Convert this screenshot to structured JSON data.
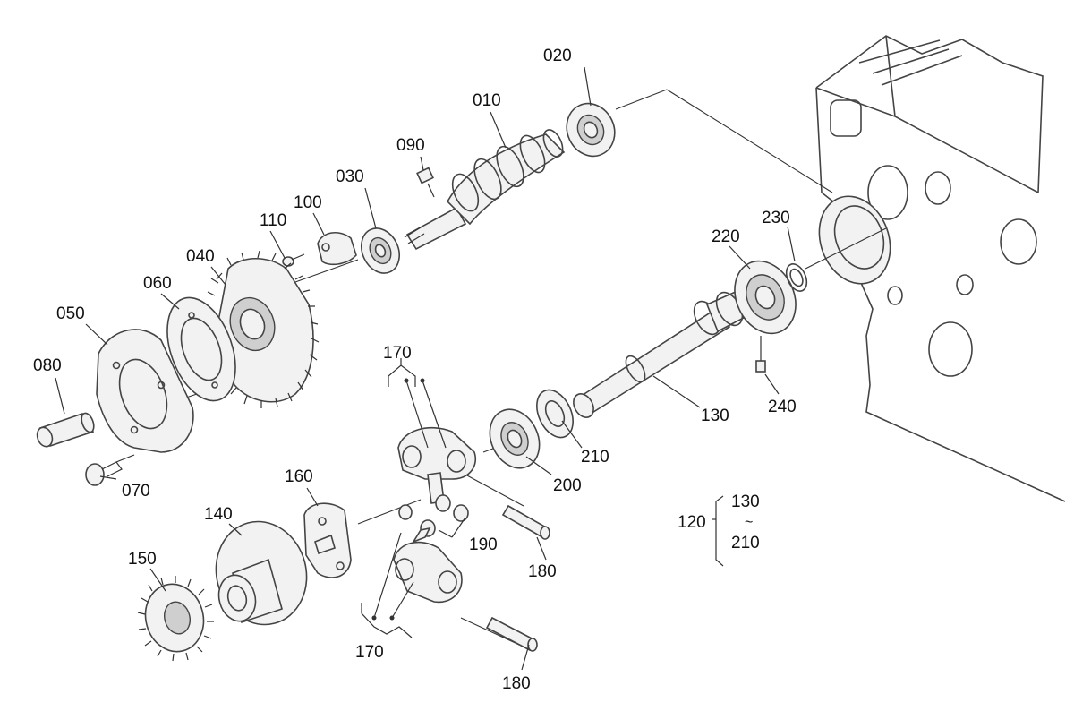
{
  "labels": {
    "p010": "010",
    "p020": "020",
    "p030": "030",
    "p040": "040",
    "p050": "050",
    "p060": "060",
    "p070": "070",
    "p080": "080",
    "p090": "090",
    "p100": "100",
    "p110": "110",
    "p120": "120",
    "p130": "130",
    "p130b": "130",
    "p140": "140",
    "p150": "150",
    "p160": "160",
    "p170a": "170",
    "p170b": "170",
    "p180a": "180",
    "p180b": "180",
    "p190": "190",
    "p200": "200",
    "p210": "210",
    "p210b": "210",
    "p220": "220",
    "p230": "230",
    "p240": "240",
    "tilde": "~"
  }
}
